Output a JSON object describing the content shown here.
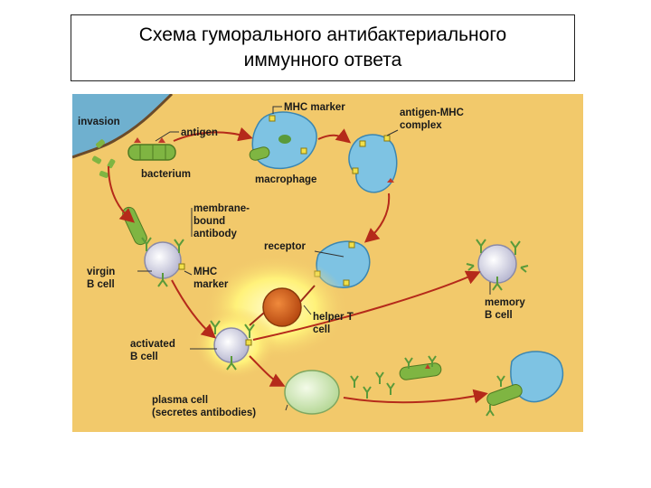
{
  "title": {
    "line1": "Схема гуморального антибактериального",
    "line2": "иммунного ответа"
  },
  "labels": {
    "invasion": "invasion",
    "antigen": "antigen",
    "bacterium": "bacterium",
    "mhc_marker_top": "MHC marker",
    "macrophage": "macrophage",
    "antigen_mhc_1": "antigen-MHC",
    "antigen_mhc_2": "complex",
    "membrane_1": "membrane-",
    "membrane_2": "bound",
    "membrane_3": "antibody",
    "receptor": "receptor",
    "virgin_1": "virgin",
    "virgin_2": "B cell",
    "mhc_1": "MHC",
    "mhc_2": "marker",
    "helper_1": "helper T",
    "helper_2": "cell",
    "memory_1": "memory",
    "memory_2": "B cell",
    "activated_1": "activated",
    "activated_2": "B cell",
    "plasma_1": "plasma cell",
    "plasma_2": "(secretes antibodies)"
  },
  "colors": {
    "background": "#f2c96b",
    "tissue": "#6fb0cf",
    "macrophage": "#7ec3e3",
    "bacterium": "#7fb542",
    "b_cell": "#dcdcec",
    "helper_t": "#d4621e",
    "plasma": "#d9ecc0",
    "arrow": "#b52a1a",
    "glow": "#fff27a"
  }
}
